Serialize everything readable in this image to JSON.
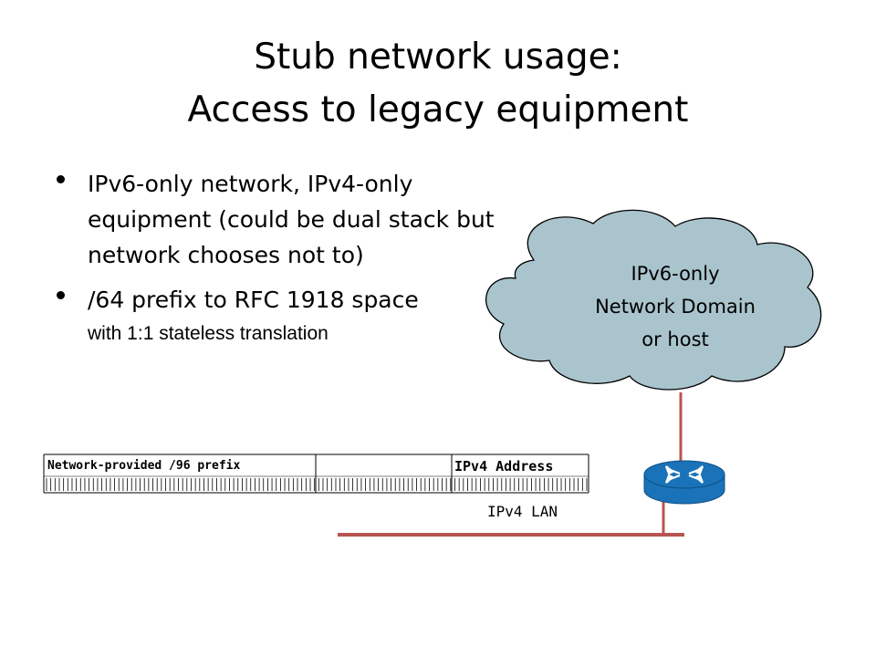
{
  "slide": {
    "title_line1": "Stub network usage:",
    "title_line2": "Access to legacy equipment",
    "bullet1": "IPv6-only network, IPv4-only equipment  (could be dual stack but network chooses not to)",
    "bullet2_main": "/64 prefix to RFC 1918 space",
    "bullet2_sub": "with 1:1 stateless translation"
  },
  "diagram": {
    "cloud_line1": "IPv6-only",
    "cloud_line2": "Network Domain",
    "cloud_line3": "or host",
    "lan_label": "IPv4 LAN",
    "prefix_label": "Network-provided  /96 prefix",
    "ipv4_label": "IPv4 Address",
    "colors": {
      "cloud_fill": "#a9c4cd",
      "cloud_stroke": "#000000",
      "link_line": "#b85450",
      "router_fill": "#1a73b8"
    }
  }
}
